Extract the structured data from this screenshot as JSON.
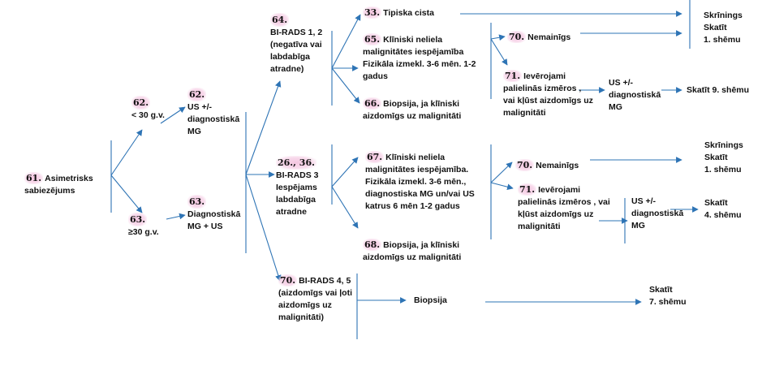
{
  "colors": {
    "line": "#2e74b5",
    "badge": "#f4c6e0"
  },
  "nodes": {
    "n61": {
      "num": "61.",
      "text": "Asimetrisks\nsabiezējums"
    },
    "n62a": {
      "num": "62.",
      "text": "< 30  g.v."
    },
    "n63a": {
      "num": "63.",
      "text": "≥30  g.v."
    },
    "n62b": {
      "num": "62.",
      "text": "US +/-\ndiagnostiskā\nMG"
    },
    "n63b": {
      "num": "63.",
      "text": "Diagnostiskā\nMG + US"
    },
    "n64": {
      "num": "64.",
      "text": "BI-RADS 1, 2\n(negatīva vai\nlabdabīga\natradne)"
    },
    "n26": {
      "num": "26., 36.",
      "text": "BI-RADS  3\nIespējams\nlabdabīga\natradne"
    },
    "n70b": {
      "num": "70.",
      "text": "BI-RADS 4, 5\n(aizdomīgs vai ļoti\naizdomīgs uz\nmalignitāti)"
    },
    "n33": {
      "num": "33.",
      "text": "Tipiska cista"
    },
    "n65": {
      "num": "65.",
      "text": "Klīniski neliela\nmalignitātes iespējamība\nFizikāla izmekl. 3-6 mēn. 1-2\ngadus"
    },
    "n66": {
      "num": "66.",
      "text": "Biopsija, ja klīniski\naizdomīgs uz malignitāti"
    },
    "n67": {
      "num": "67.",
      "text": "Klīniski neliela\nmalignitātes iespējamība.\nFizikāla izmekl. 3-6 mēn.,\ndiagnostiska MG un/vai US\nkatrus 6 mēn 1-2 gadus"
    },
    "n68": {
      "num": "68.",
      "text": "Biopsija, ja klīniski\naizdomīgs uz malignitāti"
    },
    "biopsija": {
      "num": "",
      "text": "Biopsija"
    },
    "n70a": {
      "num": "70.",
      "text": "Nemainīgs"
    },
    "n71a": {
      "num": "71.",
      "text": "Ievērojami\npalielinās izmēros ,\nvai kļūst aizdomīgs uz\nmalignitāti"
    },
    "us9": {
      "num": "",
      "text": "US +/-\ndiagnostiskā\nMG"
    },
    "n70c": {
      "num": "70.",
      "text": "Nemainīgs"
    },
    "n71b": {
      "num": "71.",
      "text": "Ievērojami\npalielinās izmēros , vai\nkļūst aizdomīgs uz\nmalignitāti"
    },
    "us4": {
      "num": "",
      "text": "US +/-\ndiagnostiskā\nMG"
    },
    "skr1": {
      "num": "",
      "text": "Skrīnings\nSkatīt\n1. shēmu"
    },
    "skat9": {
      "num": "",
      "text": "Skatīt 9. shēmu"
    },
    "skr2": {
      "num": "",
      "text": "Skrīnings\nSkatīt\n1. shēmu"
    },
    "skat4": {
      "num": "",
      "text": "Skatīt\n4. shēmu"
    },
    "skat7": {
      "num": "",
      "text": "Skatīt\n7. shēmu"
    }
  }
}
